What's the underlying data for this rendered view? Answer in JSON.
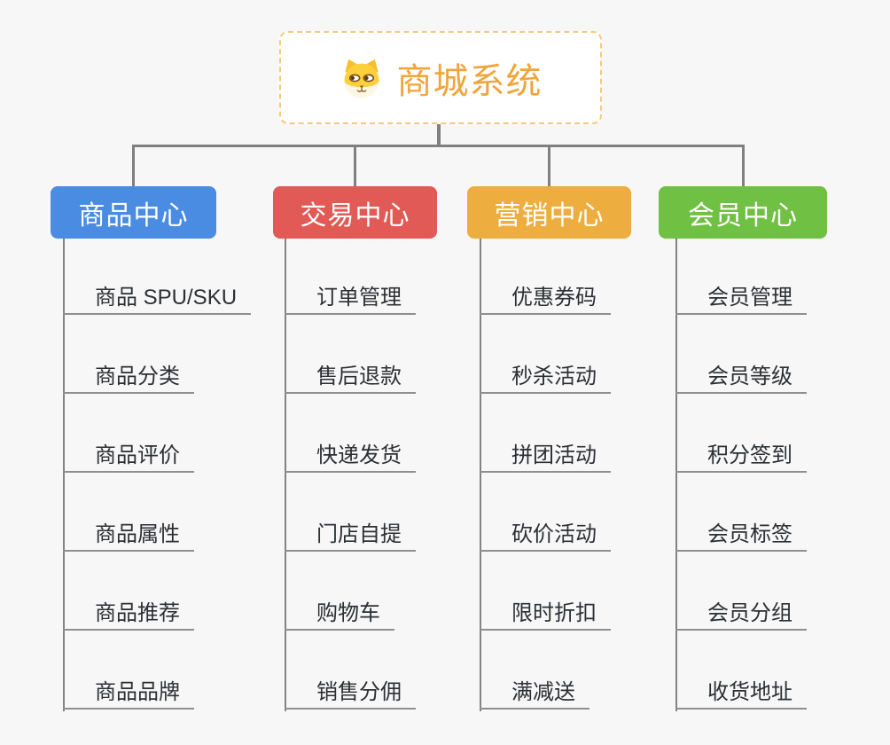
{
  "canvas": {
    "background": "#f7f7f7",
    "connector_color": "#808080"
  },
  "root": {
    "title": "商城系统",
    "text_color": "#f0a53c",
    "border_color": "#f6c97f",
    "icon": "dog-face-icon"
  },
  "branches": [
    {
      "label": "商品中心",
      "color": "#4a8ce2",
      "items": [
        "商品 SPU/SKU",
        "商品分类",
        "商品评价",
        "商品属性",
        "商品推荐",
        "商品品牌"
      ]
    },
    {
      "label": "交易中心",
      "color": "#e25a55",
      "items": [
        "订单管理",
        "售后退款",
        "快递发货",
        "门店自提",
        "购物车",
        "销售分佣"
      ]
    },
    {
      "label": "营销中心",
      "color": "#eeae3f",
      "items": [
        "优惠券码",
        "秒杀活动",
        "拼团活动",
        "砍价活动",
        "限时折扣",
        "满减送"
      ]
    },
    {
      "label": "会员中心",
      "color": "#6fc043",
      "items": [
        "会员管理",
        "会员等级",
        "积分签到",
        "会员标签",
        "会员分组",
        "收货地址"
      ]
    }
  ]
}
